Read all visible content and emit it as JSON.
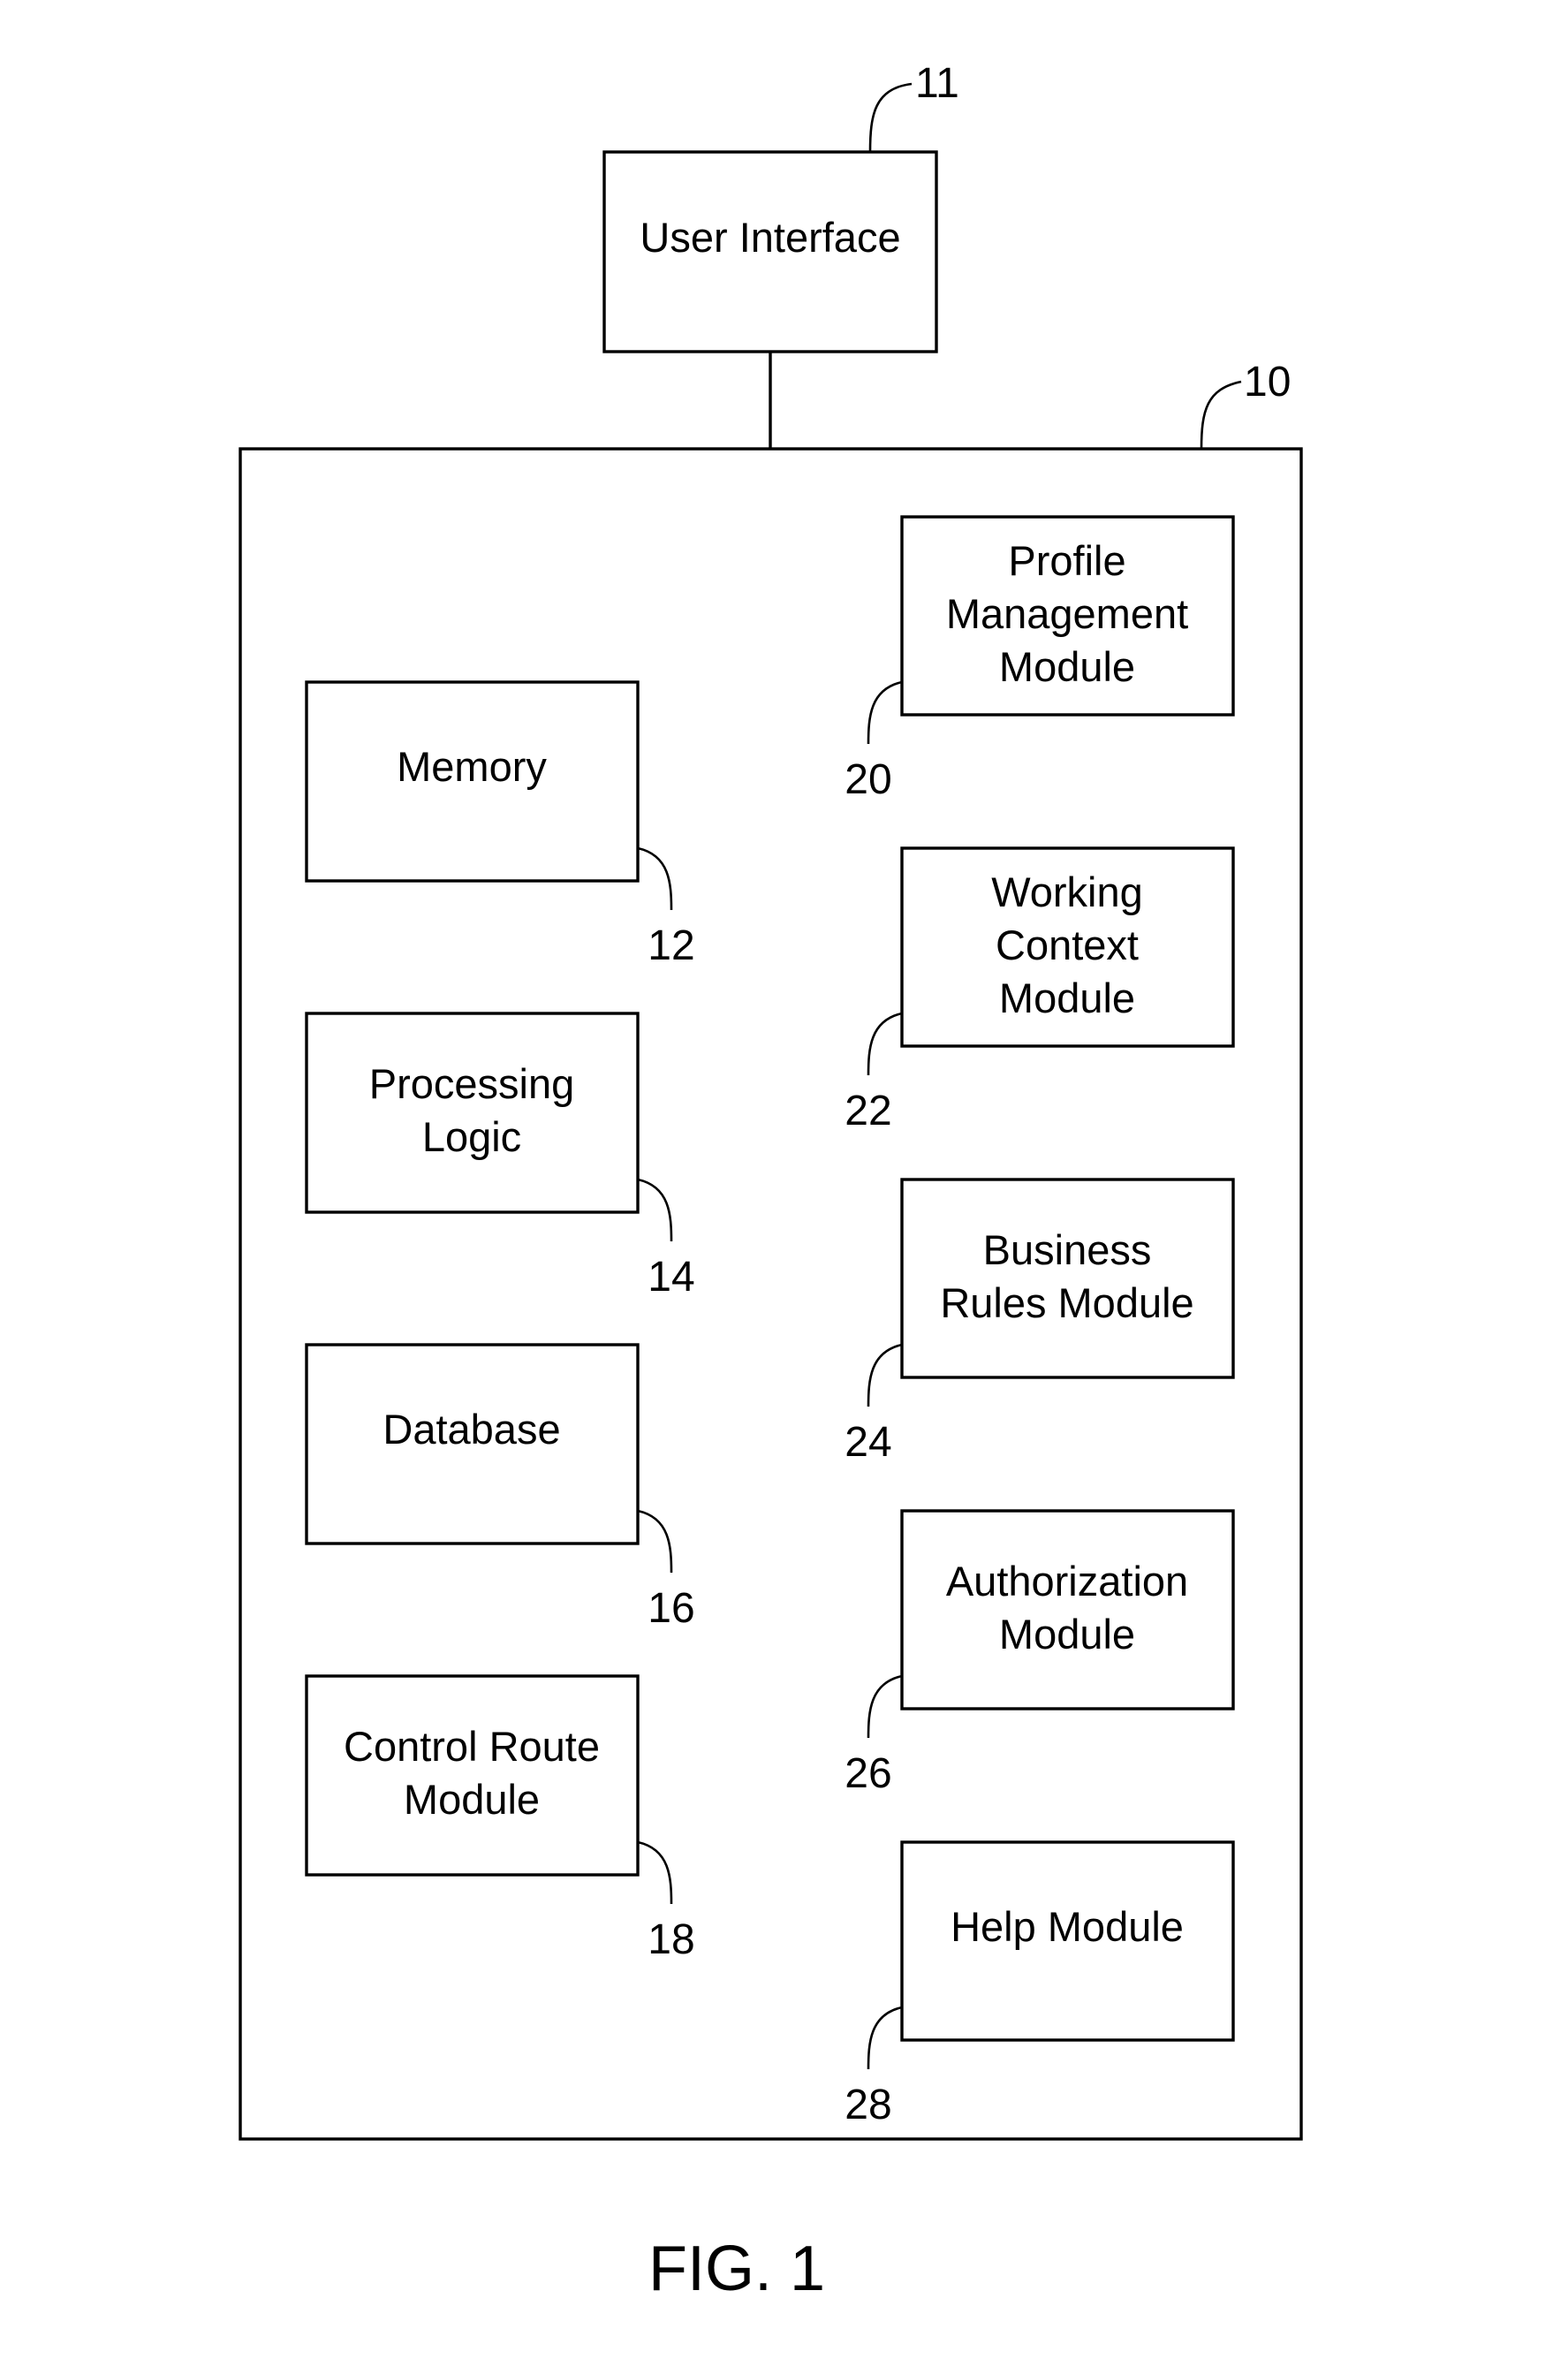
{
  "user_interface": {
    "label": [
      "User Interface"
    ],
    "ref": "11"
  },
  "system": {
    "ref": "10"
  },
  "modules": {
    "memory": {
      "label": [
        "Memory"
      ],
      "ref": "12"
    },
    "processing": {
      "label": [
        "Processing",
        "Logic"
      ],
      "ref": "14"
    },
    "database": {
      "label": [
        "Database"
      ],
      "ref": "16"
    },
    "control": {
      "label": [
        "Control Route",
        "Module"
      ],
      "ref": "18"
    },
    "profile": {
      "label": [
        "Profile",
        "Management",
        "Module"
      ],
      "ref": "20"
    },
    "working": {
      "label": [
        "Working",
        "Context",
        "Module"
      ],
      "ref": "22"
    },
    "business": {
      "label": [
        "Business",
        "Rules Module"
      ],
      "ref": "24"
    },
    "auth": {
      "label": [
        "Authorization",
        "Module"
      ],
      "ref": "26"
    },
    "help": {
      "label": [
        "Help Module"
      ],
      "ref": "28"
    }
  },
  "figure_caption": "FIG. 1"
}
